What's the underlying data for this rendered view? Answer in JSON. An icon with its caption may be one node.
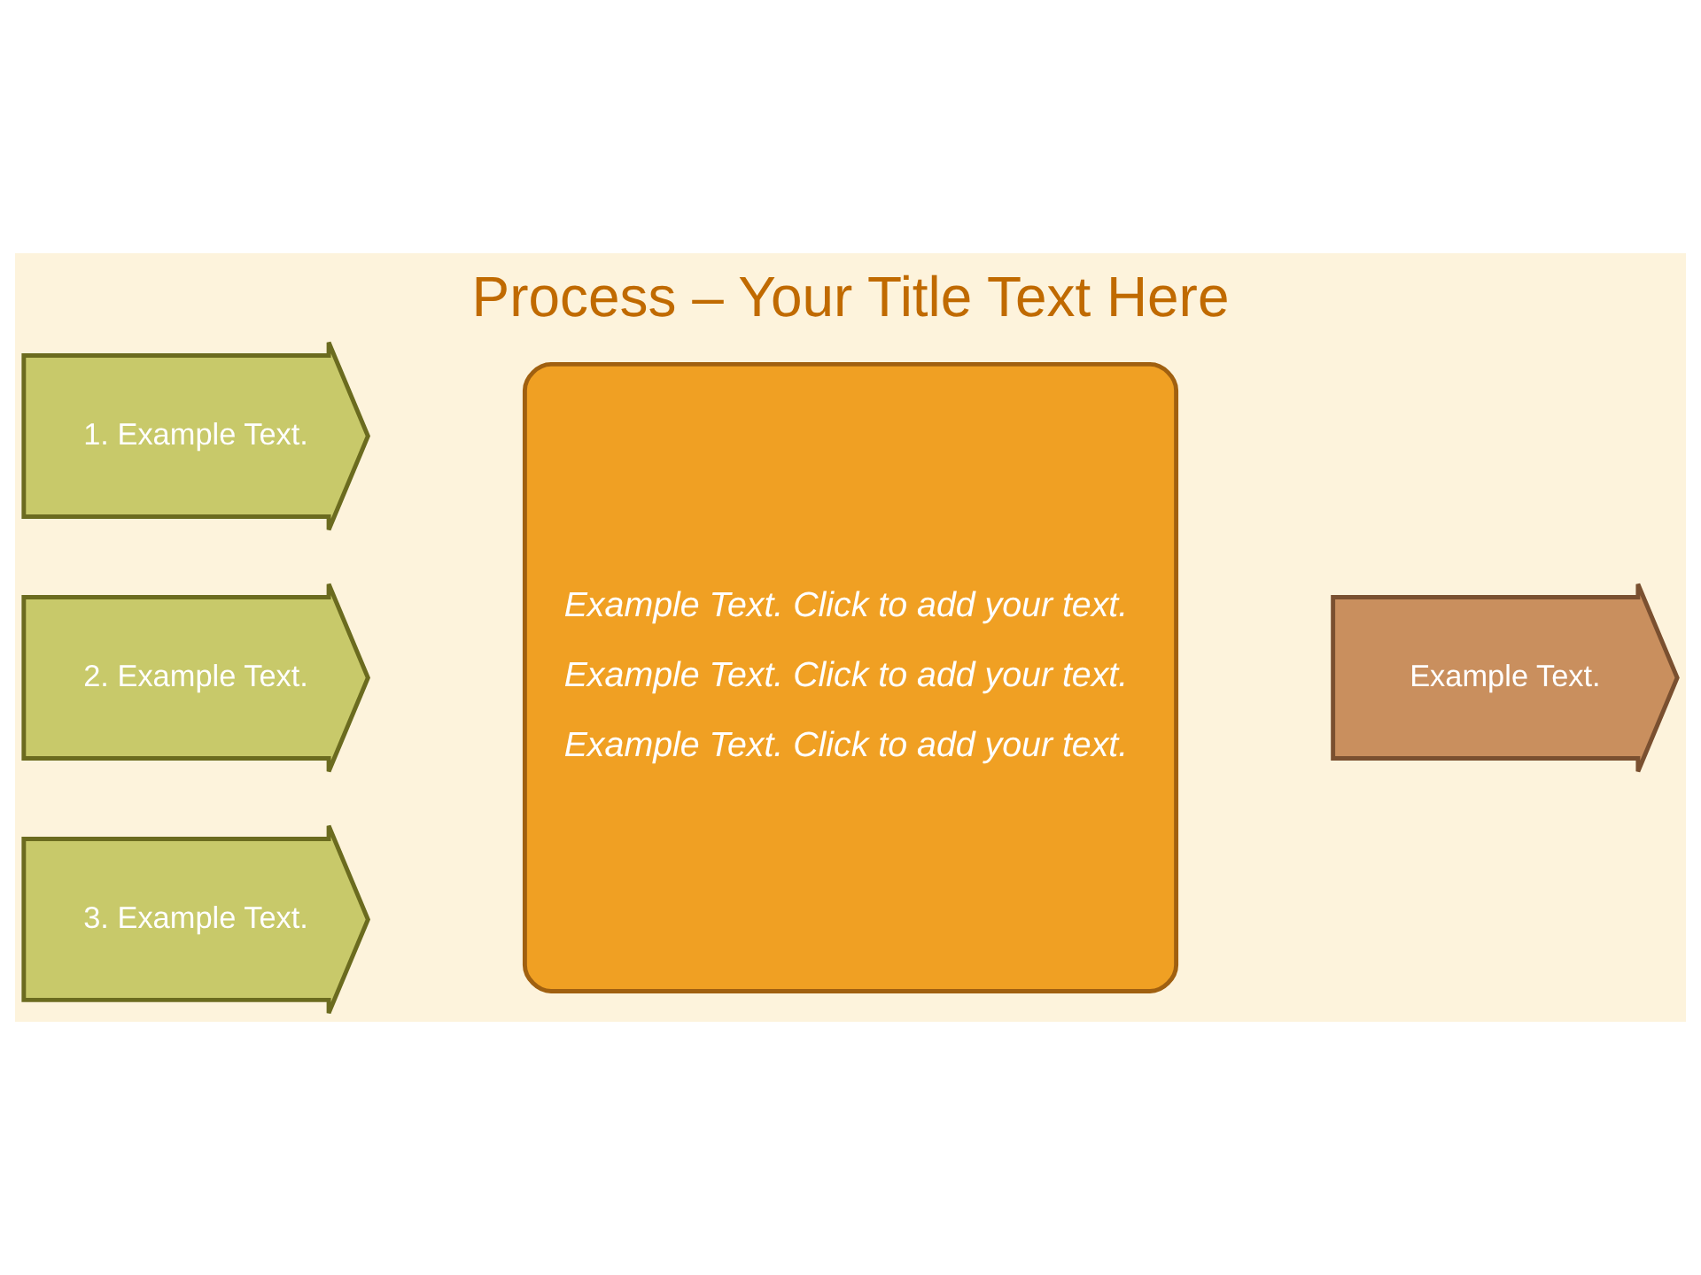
{
  "diagram": {
    "title": "Process – Your Title Text Here",
    "nodes": [
      {
        "text": [
          "1. Example Text."
        ]
      },
      {
        "text": [
          "2. Example Text."
        ]
      },
      {
        "text": [
          "3. Example Text."
        ]
      },
      {
        "text": [
          "Example Text. Click to add your text.",
          "Example Text. Click to add your text.",
          "Example Text. Click to add your text."
        ]
      },
      {
        "text": [
          "Example Text."
        ]
      }
    ]
  }
}
